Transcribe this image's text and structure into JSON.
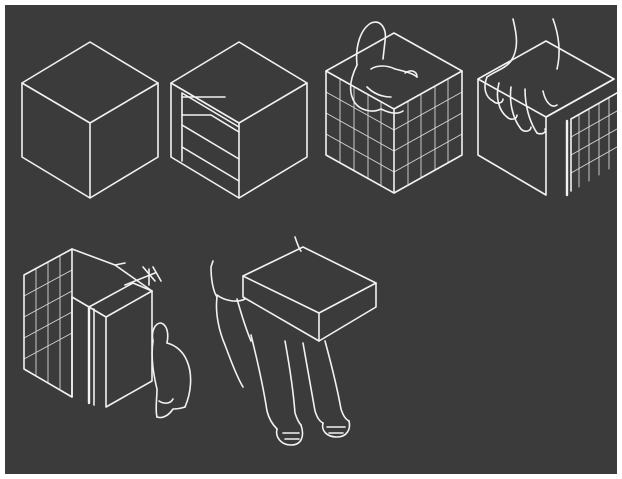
{
  "illustration": {
    "kind": "line-drawing",
    "subjects": [
      "solid-cube",
      "open-cube-with-shelf",
      "grid-cube-with-hand",
      "box-with-hand",
      "grid-crate-with-panel-and-hand",
      "seated-person-with-box"
    ]
  },
  "colors": {
    "page_background": "#ffffff",
    "chalkboard": "#3b3b3b",
    "line": "#f2f2f2"
  }
}
